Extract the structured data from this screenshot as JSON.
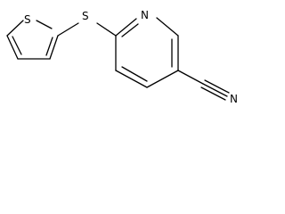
{
  "molecule": {
    "atoms": {
      "thiophene_sulfur": "S",
      "thioether_sulfur": "S",
      "pyridine_nitrogen": "N",
      "nitrile_nitrogen": "N"
    }
  }
}
